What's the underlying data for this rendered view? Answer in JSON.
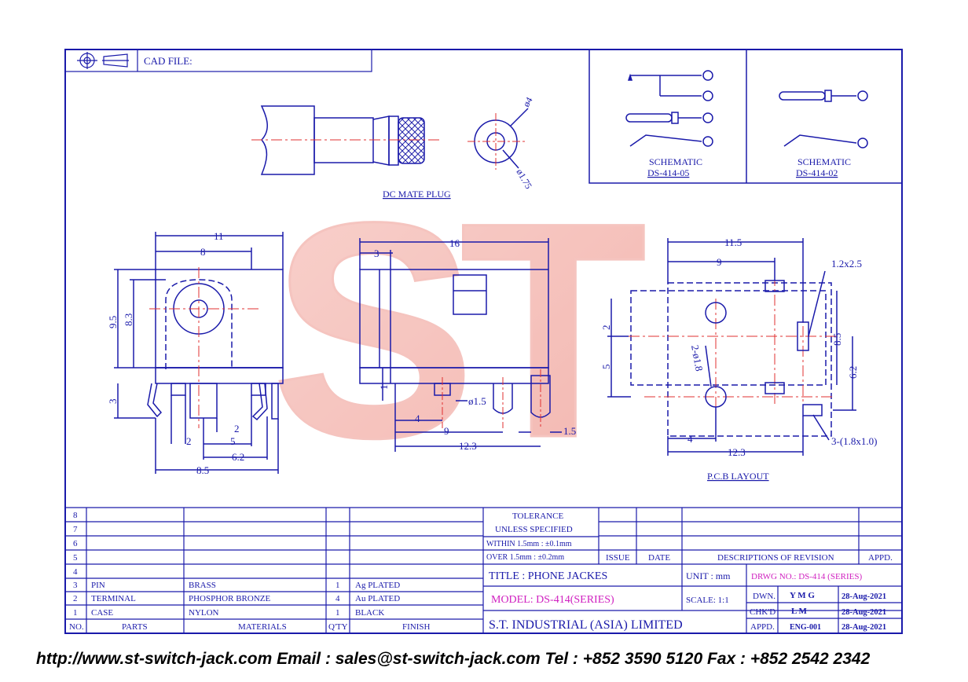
{
  "cad_file_label": "CAD FILE:",
  "plug_label": "DC MATE PLUG",
  "dim_plug": [
    "ø4",
    "ø1.75"
  ],
  "schematic_1": {
    "title": "SCHEMATIC",
    "code": "DS-414-05"
  },
  "schematic_2": {
    "title": "SCHEMATIC",
    "code": "DS-414-02"
  },
  "front_dims": {
    "w11": "11",
    "w8": "8",
    "h95": "9.5",
    "h83": "8.3",
    "h3": "3",
    "d2a": "2",
    "d2b": "2",
    "d5": "5",
    "d62": "6.2",
    "d85": "8.5"
  },
  "side_dims": {
    "d16": "16",
    "d3": "3",
    "d1": "1",
    "d4": "4",
    "d15d": "ø1.5",
    "d9": "9",
    "d15": "1.5",
    "d123": "12.3"
  },
  "pcb_dims": {
    "d115": "11.5",
    "d9": "9",
    "slot": "1.2x2.5",
    "d2": "2",
    "d5": "5",
    "hole": "2-ø1.8",
    "d85": "8.5",
    "d62": "6.2",
    "d4": "4",
    "d123": "12.3",
    "pads": "3-(1.8x1.0)",
    "label": "P.C.B LAYOUT"
  },
  "watermark": "ST",
  "title_block": {
    "row_numbers": [
      "8",
      "7",
      "6",
      "5",
      "4"
    ],
    "bom": [
      {
        "no": "3",
        "part": "PIN",
        "material": "BRASS",
        "qty": "1",
        "finish": "Ag PLATED"
      },
      {
        "no": "2",
        "part": "TERMINAL",
        "material": "PHOSPHOR BRONZE",
        "qty": "4",
        "finish": "Au PLATED"
      },
      {
        "no": "1",
        "part": "CASE",
        "material": "NYLON",
        "qty": "1",
        "finish": "BLACK"
      }
    ],
    "headers": {
      "no": "NO.",
      "parts": "PARTS",
      "materials": "MATERIALS",
      "qty": "Q'TY",
      "finish": "FINISH"
    },
    "tolerance": [
      "TOLERANCE",
      "UNLESS  SPECIFIED",
      "WITHIN  1.5mm : ±0.1mm",
      "OVER    1.5mm : ±0.2mm"
    ],
    "revision_headers": {
      "issue": "ISSUE",
      "date": "DATE",
      "desc": "DESCRIPTIONS  OF  REVISION",
      "appd": "APPD."
    },
    "title": "TITLE : PHONE JACKES",
    "unit": "UNIT :   mm",
    "drwg": "DRWG NO.: DS-414 (SERIES)",
    "model": "MODEL: DS-414(SERIES)",
    "scale": "SCALE:  1:1",
    "dwn": {
      "label": "DWN.",
      "name": "Y M G",
      "date": "28-Aug-2021"
    },
    "chkd": {
      "label": "CHK'D",
      "name": "L M",
      "date": "28-Aug-2021"
    },
    "appd": {
      "label": "APPD.",
      "name": "ENG-001",
      "date": "28-Aug-2021"
    },
    "company": "S.T.  INDUSTRIAL  (ASIA)  LIMITED"
  },
  "footer": "http://www.st-switch-jack.com  Email : sales@st-switch-jack.com  Tel : +852 3590 5120  Fax : +852 2542 2342"
}
